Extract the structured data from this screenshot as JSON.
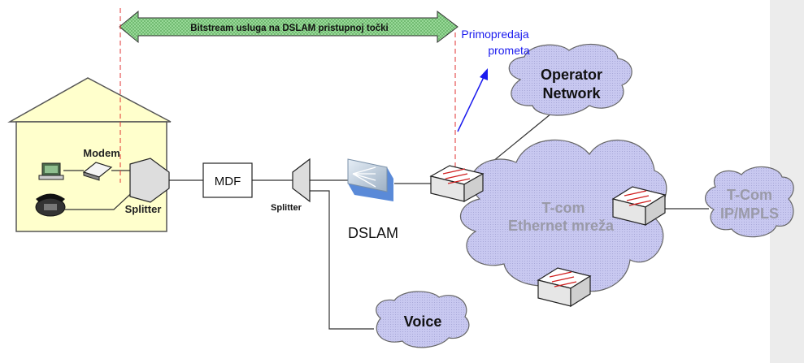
{
  "banner": {
    "text": "Bitstream usluga na DSLAM pristupnoj točki"
  },
  "handover": {
    "line1": "Primopredaja",
    "line2": "prometa"
  },
  "home": {
    "modem_label": "Modem",
    "splitter_label": "Splitter"
  },
  "mdf": {
    "label": "MDF"
  },
  "exchange_splitter": {
    "label": "Splitter"
  },
  "dslam": {
    "label": "DSLAM"
  },
  "clouds": {
    "operator": {
      "line1": "Operator",
      "line2": "Network"
    },
    "tcom_ethernet": {
      "line1": "T-com",
      "line2": "Ethernet mreža"
    },
    "tcom_ipmpls": {
      "line1": "T-Com",
      "line2": "IP/MPLS"
    },
    "voice": {
      "line1": "Voice"
    }
  },
  "colors": {
    "house_fill": "#ffffcc",
    "cloud_fill": "#c8c8f0",
    "banner_fill": "#99dd99",
    "dashed_line": "#e03030",
    "handover_arrow": "#1a1aee",
    "handover_text": "#1a1aee",
    "cloud_text_dark": "#111111",
    "cloud_text_gray": "#9a9aa8"
  }
}
